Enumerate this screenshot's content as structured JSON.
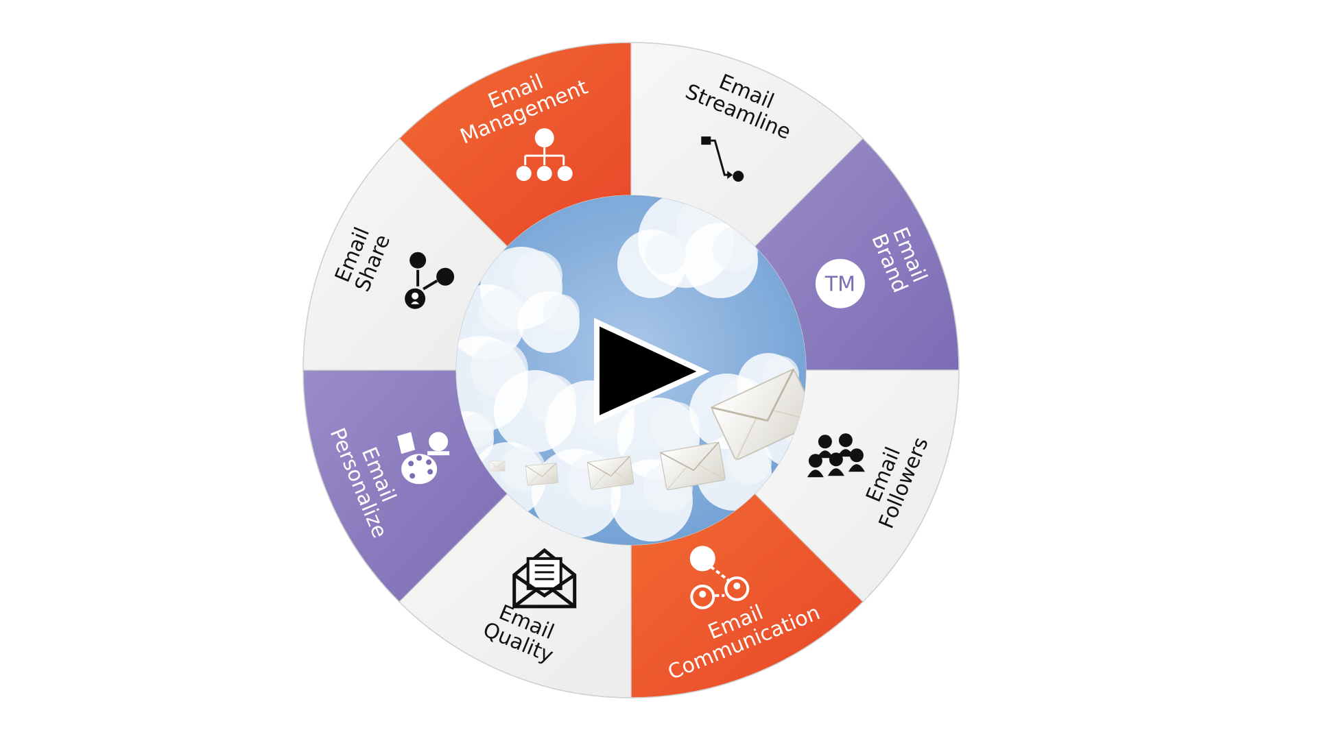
{
  "wheel": {
    "colors": {
      "orange": "#f0582b",
      "purple": "#8b7abd",
      "light": "#f4f4f4",
      "border": "#cfcfcf"
    },
    "segments": [
      {
        "line1": "Email",
        "line2": "Management",
        "icon": "org-chart-icon",
        "style": "orange"
      },
      {
        "line1": "Email",
        "line2": "Streamline",
        "icon": "workflow-icon",
        "style": "light"
      },
      {
        "line1": "Email",
        "line2": "Brand",
        "icon": "trademark-icon",
        "icon_text": "TM",
        "style": "purple"
      },
      {
        "line1": "Email",
        "line2": "Followers",
        "icon": "followers-group-icon",
        "style": "light"
      },
      {
        "line1": "Email",
        "line2": "Communication",
        "icon": "communication-network-icon",
        "style": "orange"
      },
      {
        "line1": "Email",
        "line2": "Quality",
        "icon": "open-envelope-icon",
        "style": "light"
      },
      {
        "line1": "Email",
        "line2": "Personalize",
        "icon": "personalize-palette-icon",
        "style": "purple"
      },
      {
        "line1": "Email",
        "line2": "Share",
        "icon": "share-nodes-icon",
        "style": "light"
      }
    ]
  },
  "center": {
    "play_icon": "play-button-icon",
    "background": "sky-with-flying-envelopes",
    "sky_color": "#7aa6d6"
  }
}
